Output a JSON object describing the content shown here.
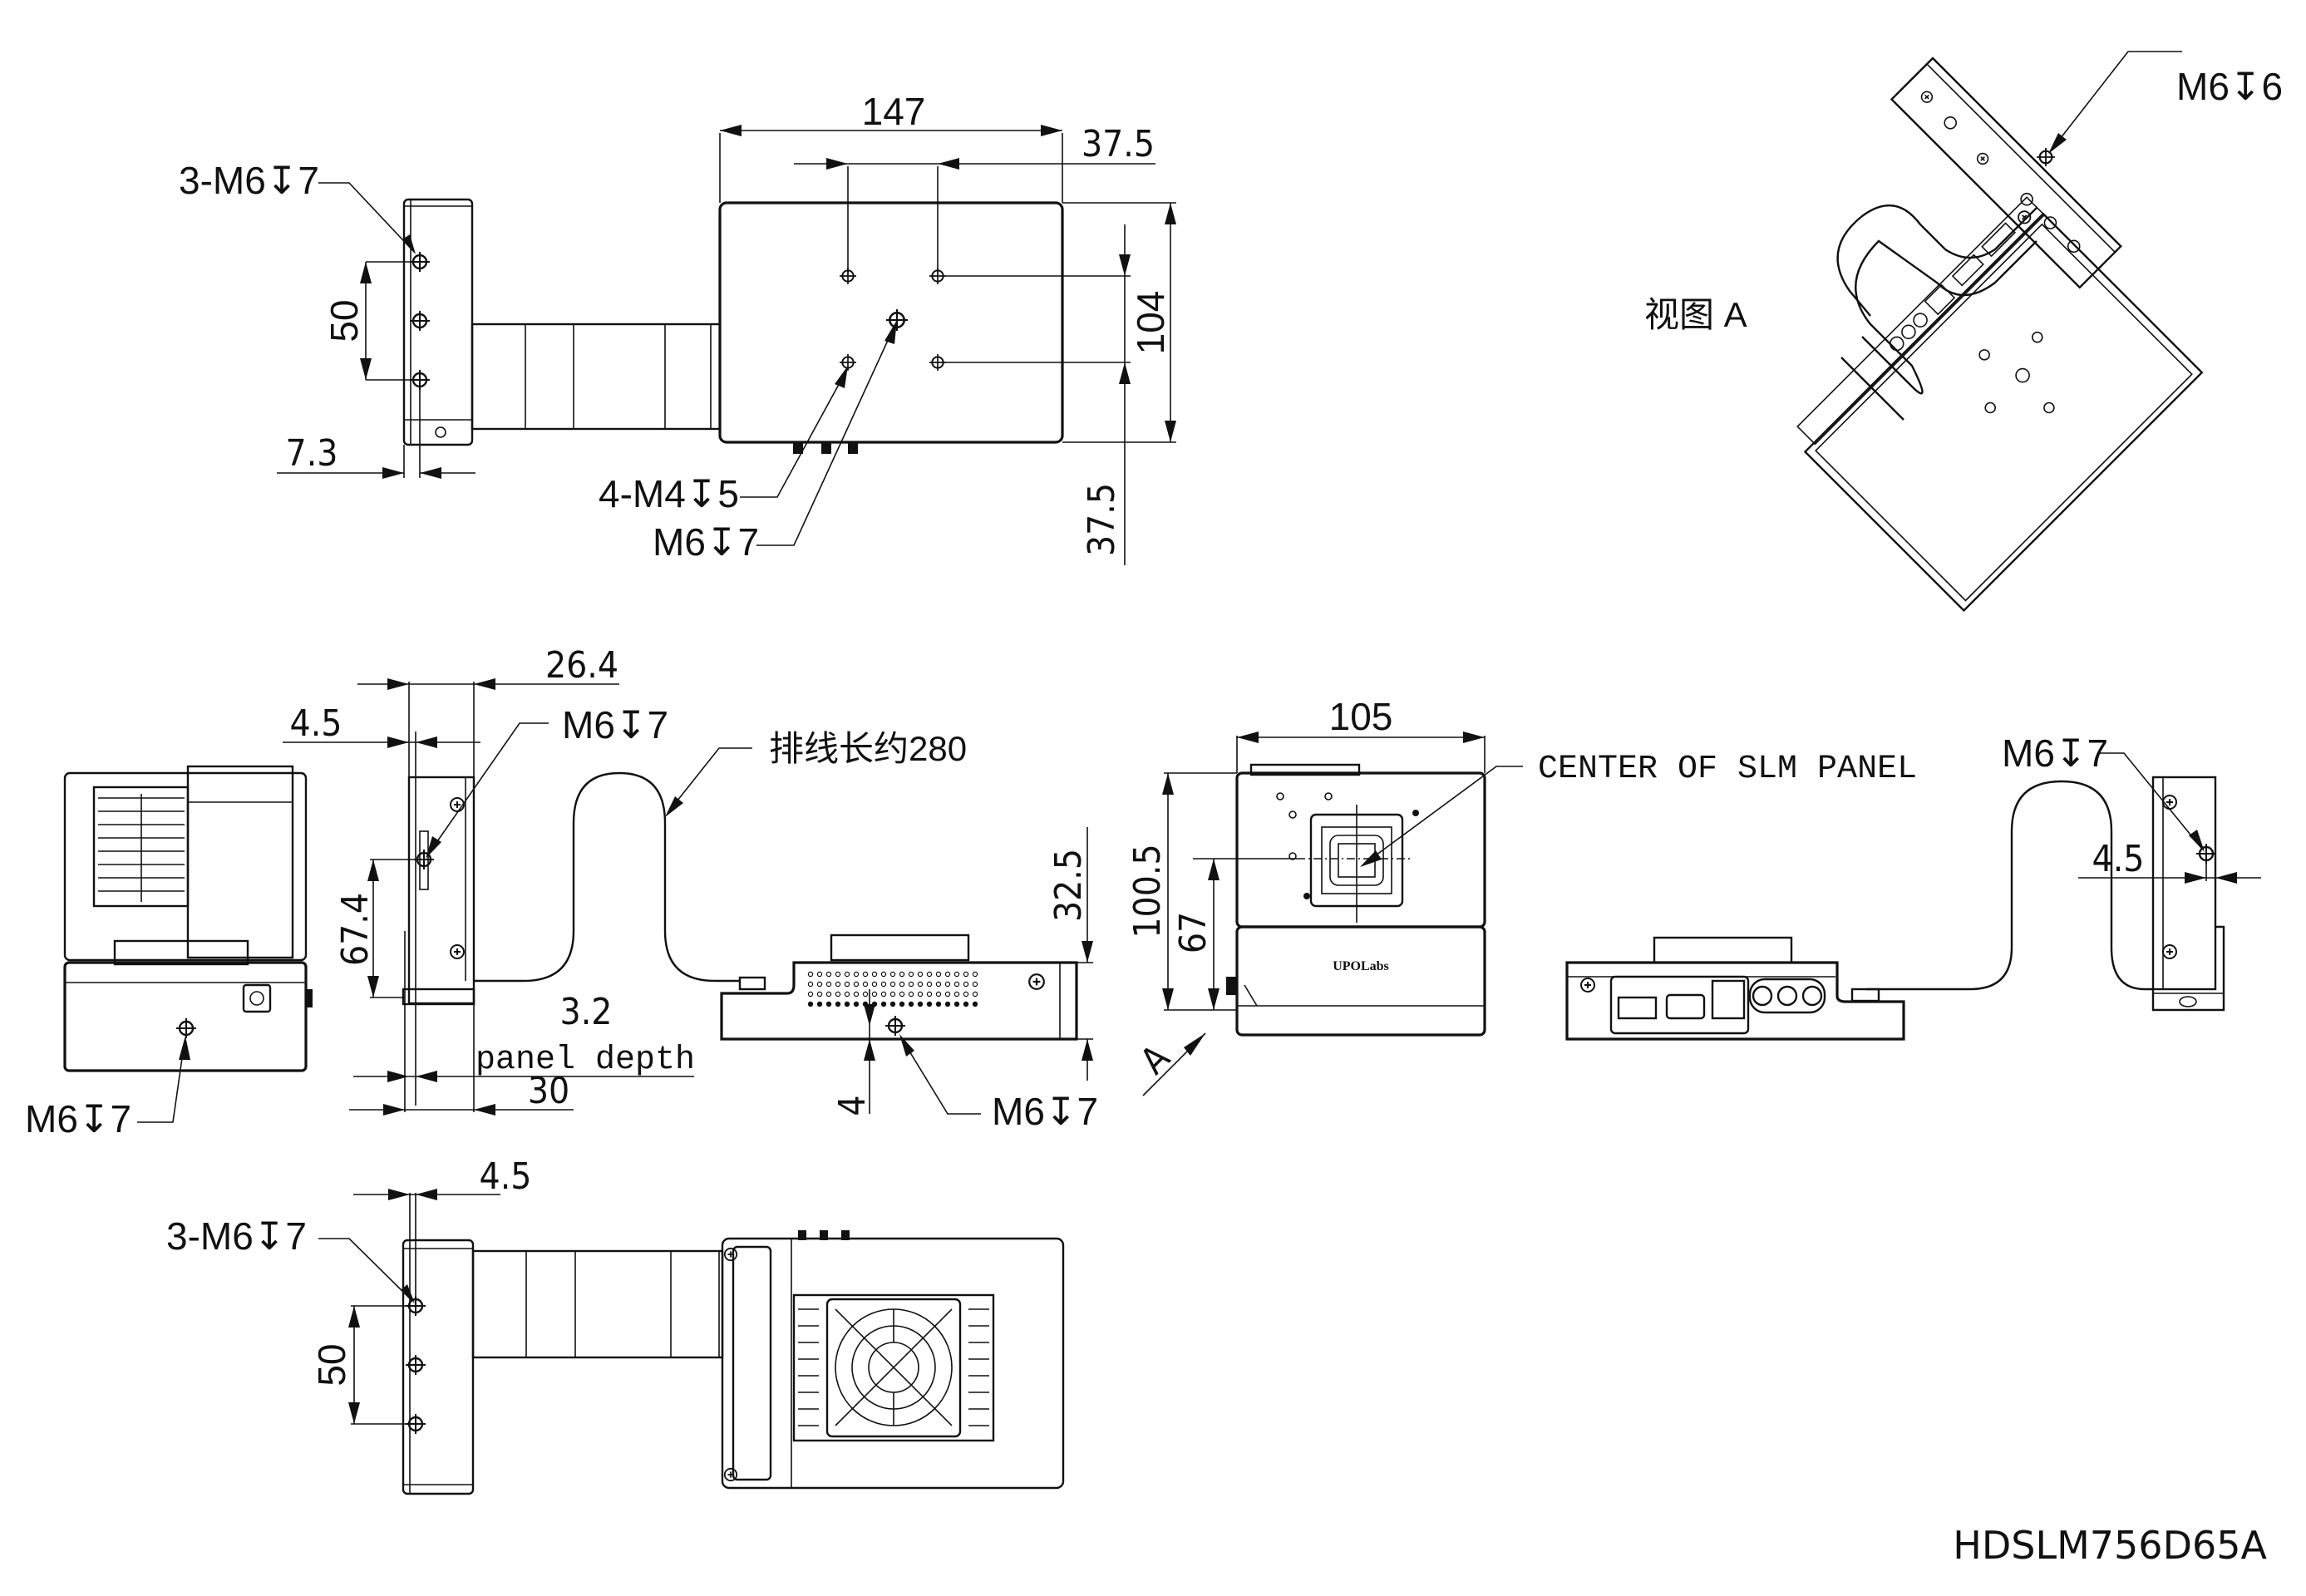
{
  "drawing": {
    "part_number": "HDSLM756D65A",
    "view_a_label": "视图 A",
    "view_a_marker": "A",
    "brand_mark": "UPOLabs"
  },
  "top_view": {
    "bracket_holes_label": "3-M6↧7",
    "hole_spacing": "50",
    "bracket_offset": "7.3",
    "width": "147",
    "hole_pitch_x": "37.5",
    "height": "104",
    "hole_pitch_y": "37.5",
    "small_holes_label": "4-M4↧5",
    "center_hole_label": "M6↧7"
  },
  "view_a": {
    "hole_label": "M6↧6"
  },
  "side_view": {
    "bracket_depth": "26.4",
    "bracket_plate": "4.5",
    "bracket_hole_label": "M6↧7",
    "hole_height": "67.4",
    "panel_depth_value": "3.2",
    "panel_depth_label": "panel depth",
    "overall_depth": "30",
    "rear_hole_label": "M6↧7",
    "cable_label": "排线长约280"
  },
  "controller_side": {
    "height": "32.5",
    "hole_offset": "4",
    "hole_label": "M6↧7"
  },
  "front_view": {
    "width": "105",
    "center_label": "CENTER OF SLM PANEL",
    "total_height": "100.5",
    "center_height": "67"
  },
  "back_view": {
    "hole_label": "M6↧7",
    "plate_offset": "4.5"
  },
  "bottom_view": {
    "plate_offset": "4.5",
    "bracket_holes_label": "3-M6↧7",
    "hole_spacing": "50"
  }
}
